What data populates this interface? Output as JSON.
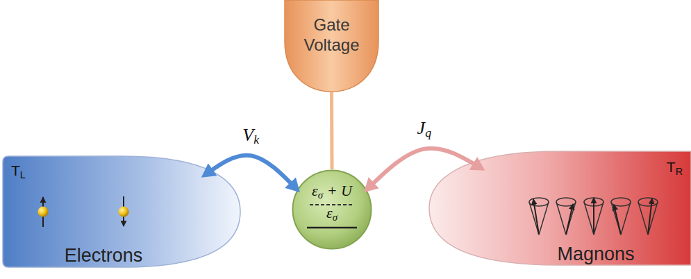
{
  "diagram": {
    "nodes": [
      {
        "text": [
          "Gate Voltage"
        ]
      },
      {
        "text": [
          "TL",
          "Electrons"
        ]
      },
      {
        "text": [
          "εσ + U",
          "εσ"
        ]
      },
      {
        "text": [
          "TR",
          "Magnons"
        ]
      }
    ],
    "edges": [
      {
        "from": 0,
        "to": 2,
        "arrow": "none"
      },
      {
        "from": 1,
        "to": 2,
        "label": "Vk",
        "arrow": "both"
      },
      {
        "from": 2,
        "to": 3,
        "label": "Jq",
        "arrow": "both"
      }
    ]
  }
}
